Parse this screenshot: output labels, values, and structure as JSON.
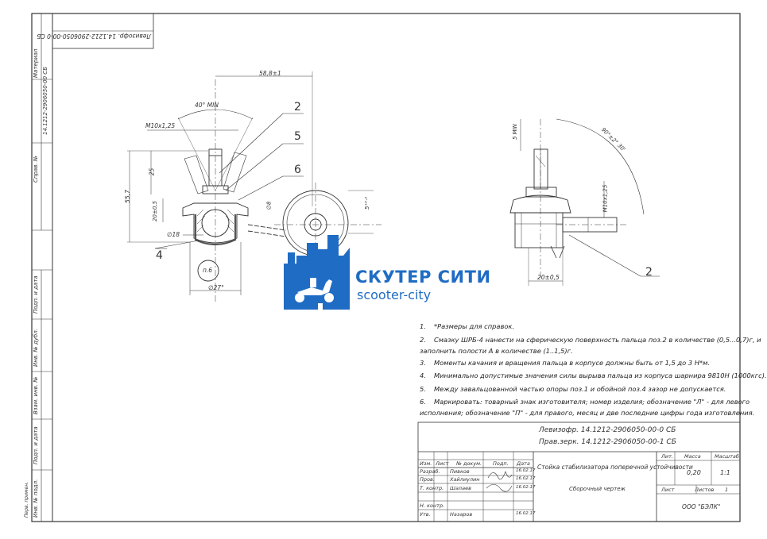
{
  "stamp_top": "Левизофр. 14.1212-2906050-00-0 СБ",
  "dims": {
    "top_width": "58,8±1",
    "angle_min": "40° MIN",
    "thread_left": "M10х1,25",
    "h25": "25",
    "h557": "55,7",
    "h20": "20±0,5",
    "d18": "∅18",
    "d27": "∅27°",
    "p6": "п.6",
    "d8": "∅8",
    "d5": "5⁺⁰·²",
    "five_min": "5 MIN",
    "angle_right": "90°±2° 30'",
    "thread_right": "M10х1,25",
    "h20r": "20±0,5"
  },
  "callouts": [
    "2",
    "5",
    "6",
    "4",
    "2"
  ],
  "logo": {
    "title": "СКУТЕР СИТИ",
    "subtitle": "scooter-city",
    "color": "#1f6cc4"
  },
  "notes": [
    {
      "n": "1.",
      "text": "*Размеры для справок."
    },
    {
      "n": "2.",
      "text": "Смазку ШРБ-4 нанести на сферическую поверхность пальца поз.2 в количестве (0,5...0,7)г, и"
    },
    {
      "n": "",
      "text": "заполнить полости А в количестве (1..1,5)г."
    },
    {
      "n": "3.",
      "text": "Моменты качания и вращения пальца в корпусе должны быть от 1,5 до 3 Н*м."
    },
    {
      "n": "4.",
      "text": "Минимально допустимые значения силы вырыва пальца из корпуса шарнира 9810Н (1000кгс)."
    },
    {
      "n": "5.",
      "text": "Между завальцованной частью опоры поз.1 и обойной поз.4 зазор не допускается."
    },
    {
      "n": "6.",
      "text": "Маркировать: товарный знак изготовителя; номер изделия; обозначение \"Л\" - для левого"
    },
    {
      "n": "",
      "text": "исполнения; обозначение \"П\" - для правого, месяц и две последние цифры года изготовления."
    }
  ],
  "title_block": {
    "doc_left": "Левизофр. 14.1212-2906050-00-0 СБ",
    "doc_right": "Прав.зерк. 14.1212-2906050-00-1 СБ",
    "name": "Стойка стабилизатора поперечной устойчивости",
    "doc_type": "Сборочный чертеж",
    "lit": "Лит.",
    "mass": "Масса",
    "scale": "Масштаб",
    "mass_val": "0,20",
    "scale_val": "1:1",
    "sheet": "Лист",
    "sheets": "Листов",
    "sheets_val": "1",
    "company": "ООО \"БЭЛК\"",
    "header_cols": [
      "Изм.",
      "Лист",
      "№ докум.",
      "Подп.",
      "Дата"
    ],
    "rows": [
      {
        "role": "Разраб.",
        "name": "Пивков",
        "date": "16.02.17"
      },
      {
        "role": "Пров.",
        "name": "Хайлиулин",
        "date": "16.02.17"
      },
      {
        "role": "Т. контр.",
        "name": "Шалаев",
        "date": "16.02.17"
      },
      {
        "role": "",
        "name": "",
        "date": ""
      },
      {
        "role": "Н. контр.",
        "name": "",
        "date": ""
      },
      {
        "role": "Утв.",
        "name": "Назаров",
        "date": "16.02.17"
      }
    ]
  },
  "side_labels": [
    "Перв. примен.",
    "Справ. №",
    "Подп. и дата",
    "Инв. № дубл.",
    "Взам. инв. №",
    "Подп. и дата",
    "Инв. № подл.",
    "Материал",
    "14.1212-2906050-00 СБ"
  ]
}
